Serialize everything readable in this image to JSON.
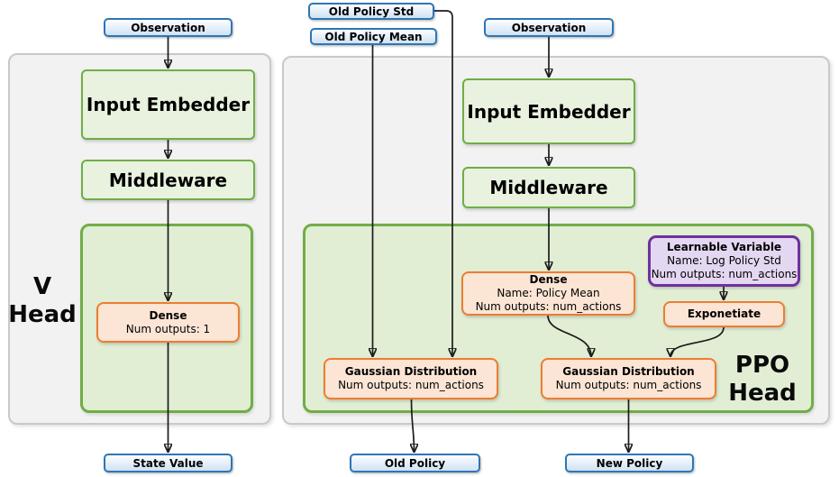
{
  "colors": {
    "io_border": "#2e75b6",
    "io_fill": "#d9e7f5",
    "process_border": "#70ad47",
    "process_fill": "#e8f2de",
    "operation_border": "#ed7d31",
    "operation_fill": "#fce5d5",
    "variable_border": "#7030a0",
    "variable_fill": "#e4d7f1",
    "panel_fill": "#f2f2f2",
    "panel_border": "#c9c9c9",
    "wire": "#1c1c1c"
  },
  "v_head": {
    "title_line1": "V",
    "title_line2": "Head",
    "observation": "Observation",
    "input_embedder": "Input Embedder",
    "middleware": "Middleware",
    "dense": {
      "title": "Dense",
      "outputs": "Num outputs: 1"
    },
    "state_value": "State Value"
  },
  "ppo_head": {
    "title_line1": "PPO",
    "title_line2": "Head",
    "old_policy_std": "Old Policy Std",
    "old_policy_mean": "Old Policy Mean",
    "observation": "Observation",
    "input_embedder": "Input Embedder",
    "middleware": "Middleware",
    "dense": {
      "title": "Dense",
      "name": "Name: Policy Mean",
      "outputs": "Num outputs: num_actions"
    },
    "learnable_variable": {
      "title": "Learnable Variable",
      "name": "Name: Log Policy Std",
      "outputs": "Num outputs: num_actions"
    },
    "exponetiate": "Exponetiate",
    "gaussian_old": {
      "title": "Gaussian Distribution",
      "outputs": "Num outputs: num_actions"
    },
    "gaussian_new": {
      "title": "Gaussian Distribution",
      "outputs": "Num outputs: num_actions"
    },
    "old_policy": "Old Policy",
    "new_policy": "New Policy"
  }
}
